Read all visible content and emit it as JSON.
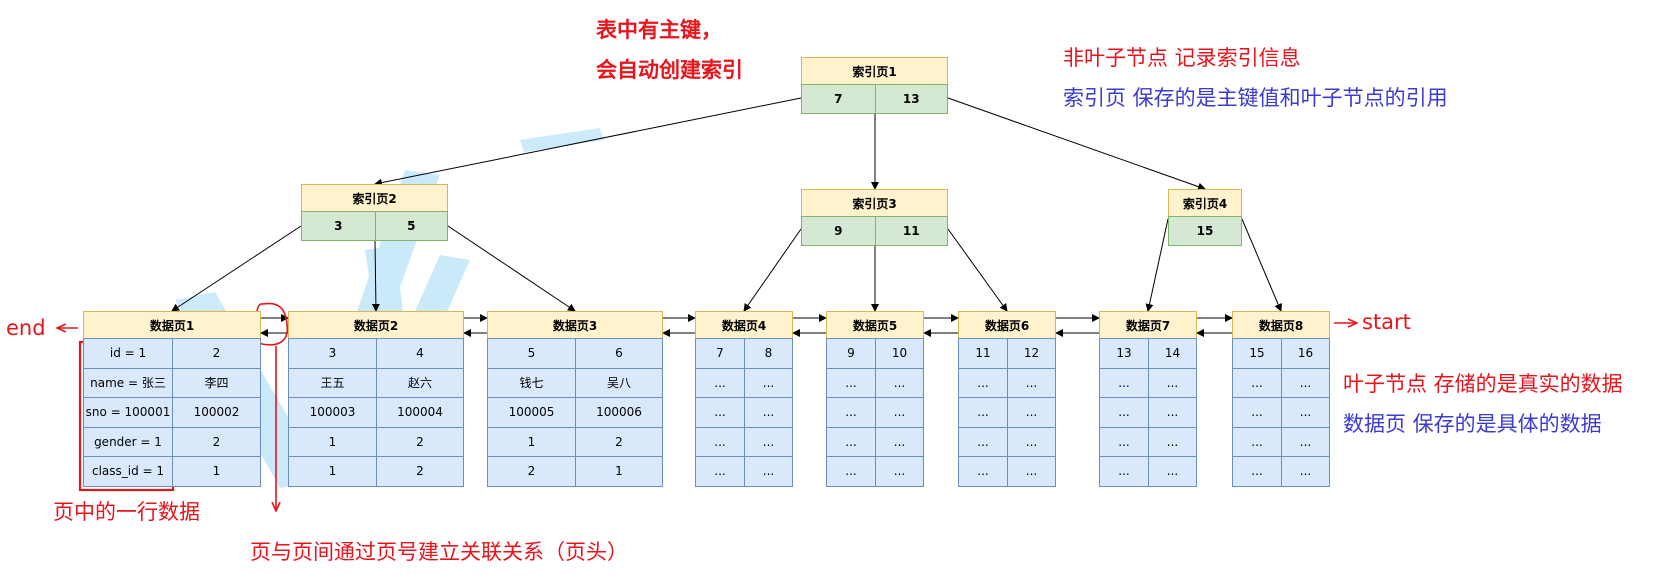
{
  "title_lines": [
    "表中有主键，",
    "会自动创建索引"
  ],
  "notes": {
    "nonleaf_line1": "非叶子节点 记录索引信息",
    "nonleaf_line2": "索引页 保存的是主键值和叶子节点的引用",
    "leaf_line1": "叶子节点 存储的是真实的数据",
    "leaf_line2": "数据页 保存的是具体的数据",
    "row_label": "页中的一行数据",
    "link_label": "页与页间通过页号建立关联关系（页头）",
    "end_label": "end",
    "start_label": "start"
  },
  "index_pages": [
    {
      "label": "索引页1",
      "keys": [
        "7",
        "13"
      ]
    },
    {
      "label": "索引页2",
      "keys": [
        "3",
        "5"
      ]
    },
    {
      "label": "索引页3",
      "keys": [
        "9",
        "11"
      ]
    },
    {
      "label": "索引页4",
      "keys": [
        "15"
      ]
    }
  ],
  "data_pages": [
    {
      "label": "数据页1",
      "rows": [
        [
          "id = 1",
          "2"
        ],
        [
          "name = 张三",
          "李四"
        ],
        [
          "sno = 100001",
          "100002"
        ],
        [
          "gender = 1",
          "2"
        ],
        [
          "class_id = 1",
          "1"
        ]
      ]
    },
    {
      "label": "数据页2",
      "rows": [
        [
          "3",
          "4"
        ],
        [
          "王五",
          "赵六"
        ],
        [
          "100003",
          "100004"
        ],
        [
          "1",
          "2"
        ],
        [
          "1",
          "2"
        ]
      ]
    },
    {
      "label": "数据页3",
      "rows": [
        [
          "5",
          "6"
        ],
        [
          "钱七",
          "吴八"
        ],
        [
          "100005",
          "100006"
        ],
        [
          "1",
          "2"
        ],
        [
          "2",
          "1"
        ]
      ]
    },
    {
      "label": "数据页4",
      "rows": [
        [
          "7",
          "8"
        ],
        [
          "...",
          "..."
        ],
        [
          "...",
          "..."
        ],
        [
          "...",
          "..."
        ],
        [
          "...",
          "..."
        ]
      ]
    },
    {
      "label": "数据页5",
      "rows": [
        [
          "9",
          "10"
        ],
        [
          "...",
          "..."
        ],
        [
          "...",
          "..."
        ],
        [
          "...",
          "..."
        ],
        [
          "...",
          "..."
        ]
      ]
    },
    {
      "label": "数据页6",
      "rows": [
        [
          "11",
          "12"
        ],
        [
          "...",
          "..."
        ],
        [
          "...",
          "..."
        ],
        [
          "...",
          "..."
        ],
        [
          "...",
          "..."
        ]
      ]
    },
    {
      "label": "数据页7",
      "rows": [
        [
          "13",
          "14"
        ],
        [
          "...",
          "..."
        ],
        [
          "...",
          "..."
        ],
        [
          "...",
          "..."
        ],
        [
          "...",
          "..."
        ]
      ]
    },
    {
      "label": "数据页8",
      "rows": [
        [
          "15",
          "16"
        ],
        [
          "...",
          "..."
        ],
        [
          "...",
          "..."
        ],
        [
          "...",
          "..."
        ],
        [
          "...",
          "..."
        ]
      ]
    }
  ],
  "colors": {
    "header_fill": "#fff2cc",
    "header_border": "#d6b656",
    "key_fill": "#d5e8d4",
    "key_border": "#82b366",
    "data_fill": "#dae8fc",
    "data_border": "#6c8ebf",
    "annotation_red": "#e8141c",
    "annotation_blue": "#3b3bd0"
  }
}
